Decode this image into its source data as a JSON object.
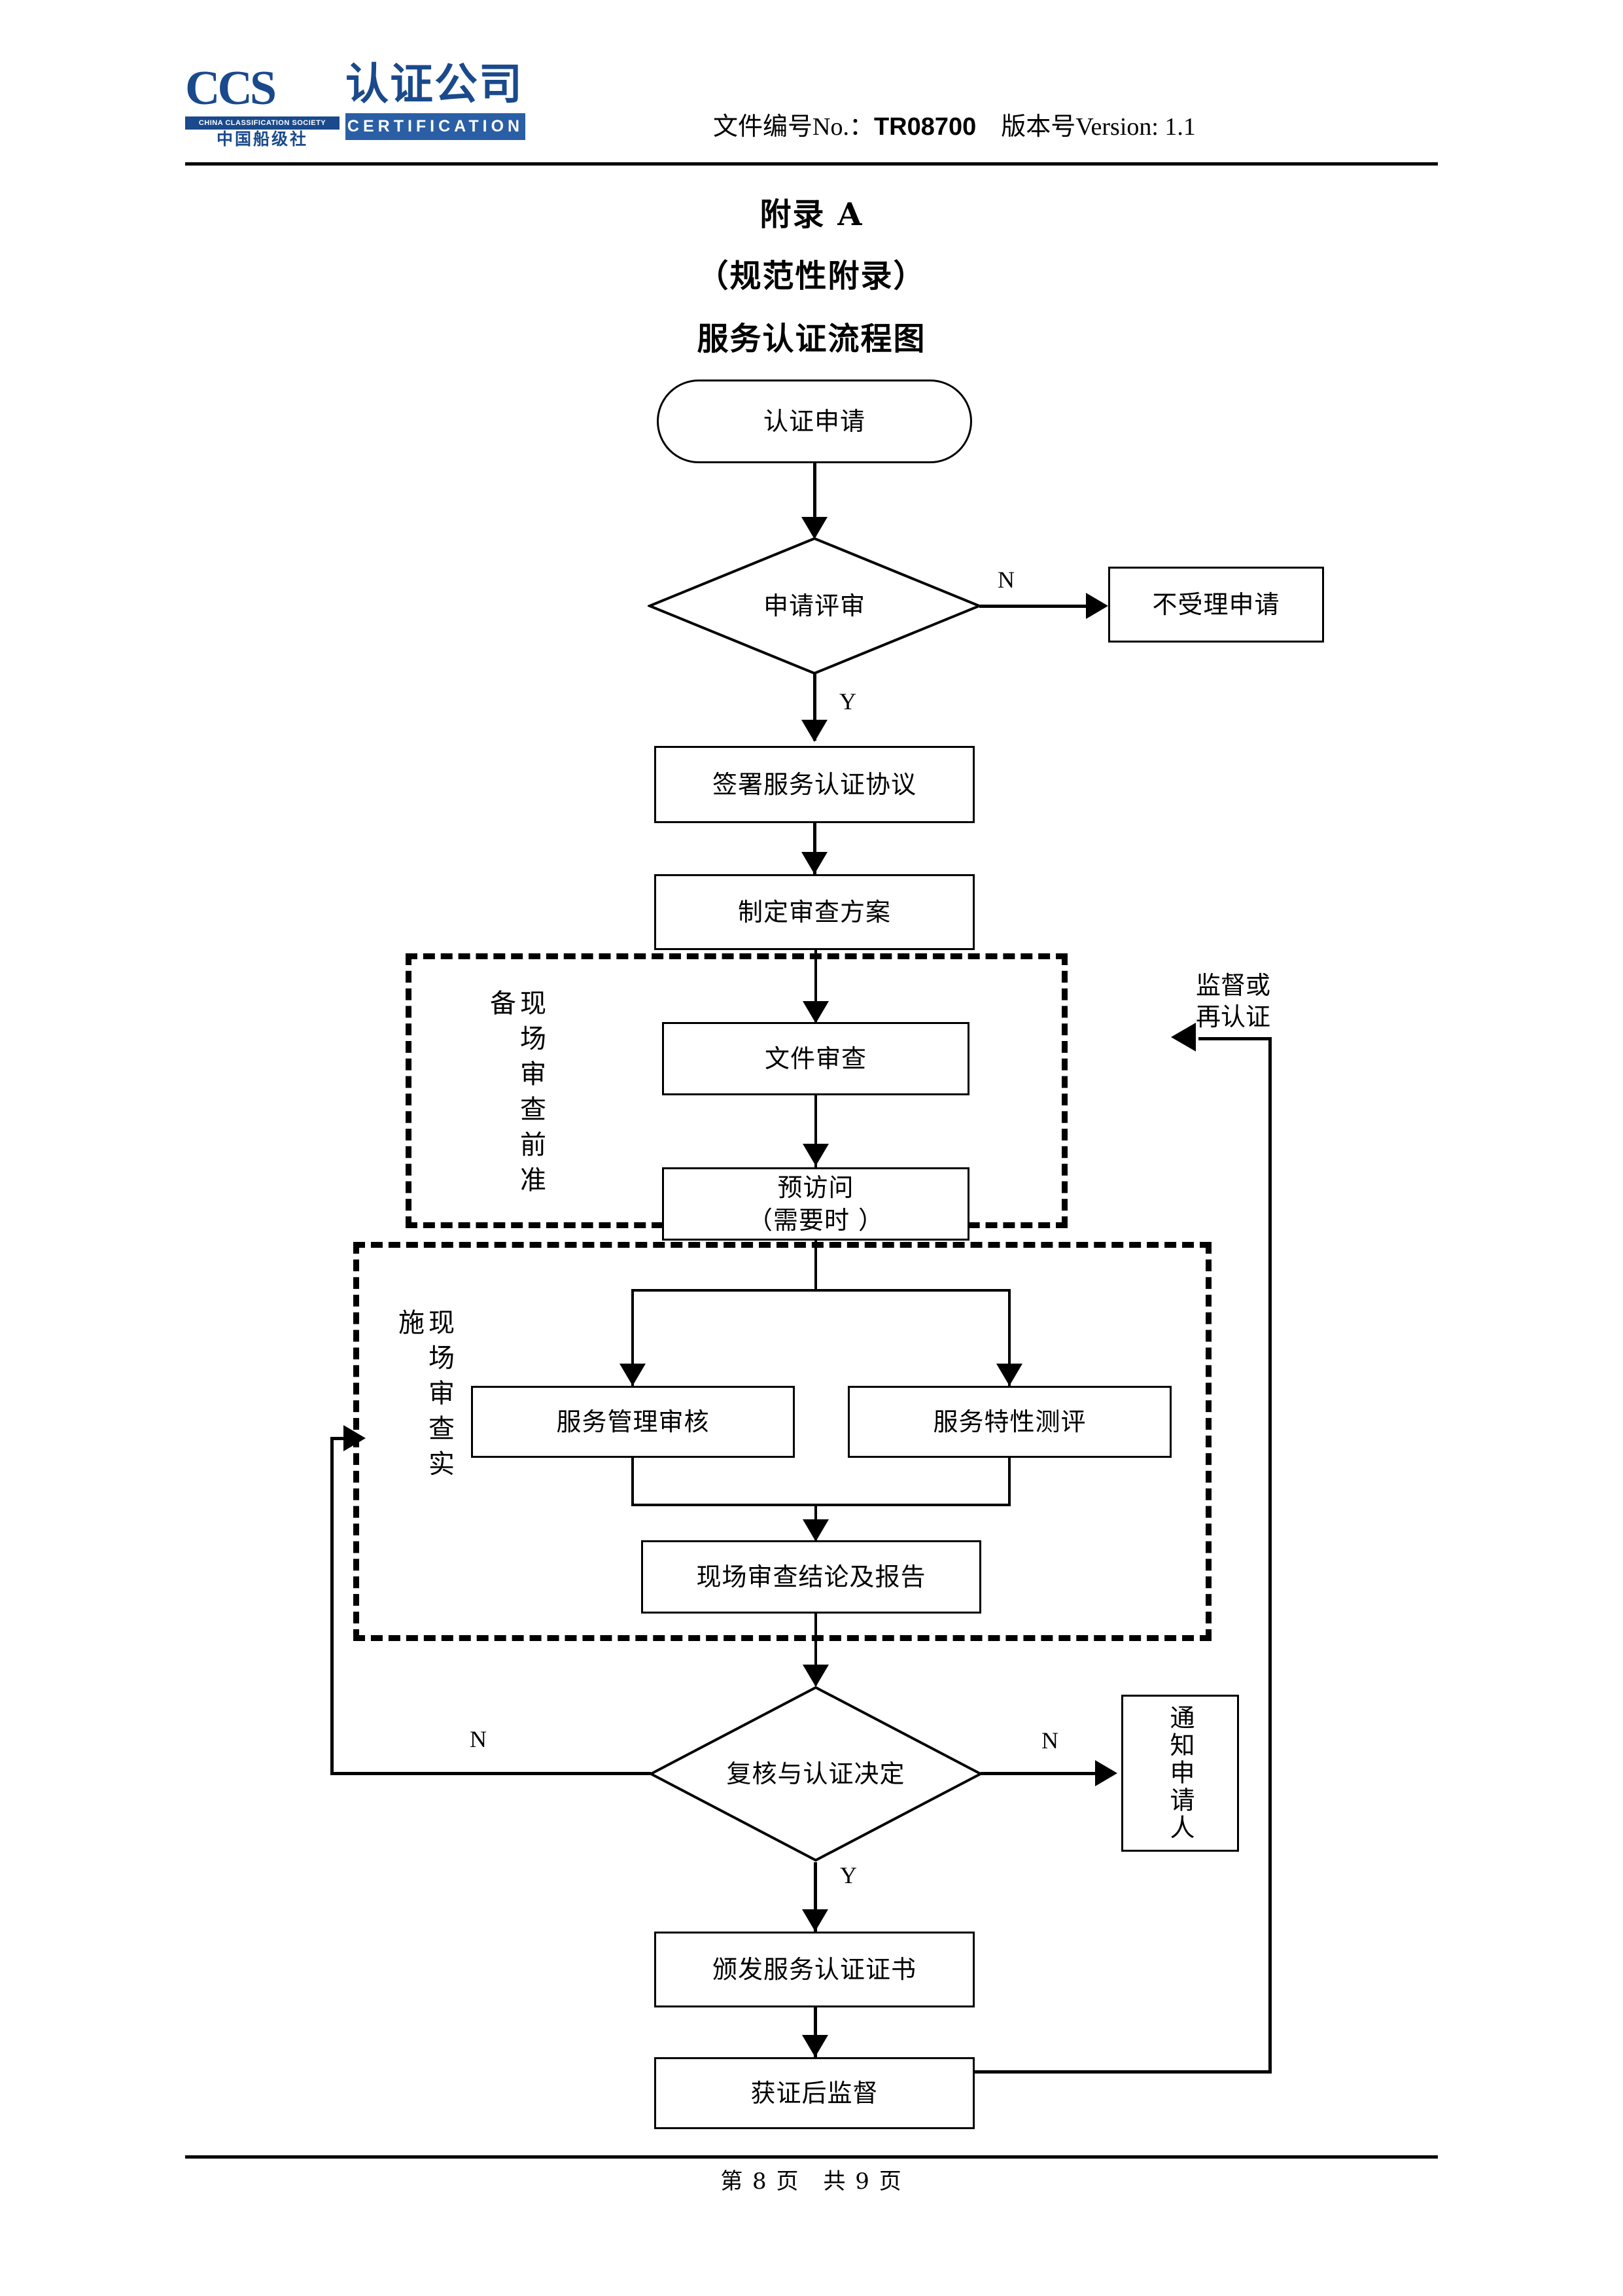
{
  "header": {
    "logo": {
      "mark_c1": "C",
      "mark_c2": "C",
      "mark_s": "S",
      "mark_hanzi": "认证公司",
      "sub_en": "CHINA CLASSIFICATION SOCIETY",
      "sub_cn": "中国船级社",
      "cert_band": "CERTIFICATION",
      "brand_color": "#1a4a8c",
      "accent_color": "#cc2222"
    },
    "doc_label": "文件编号No.：",
    "doc_number": "TR08700",
    "version_label": "　版本号Version: 1.1"
  },
  "titles": {
    "appendix": "附录 A",
    "normative": "（规范性附录）",
    "chart_title": "服务认证流程图"
  },
  "chart_data": {
    "type": "diagram",
    "title": "服务认证流程图",
    "nodes": [
      {
        "id": "n1",
        "shape": "terminator",
        "label": "认证申请"
      },
      {
        "id": "n2",
        "shape": "decision",
        "label": "申请评审"
      },
      {
        "id": "n3",
        "shape": "process",
        "label": "不受理申请"
      },
      {
        "id": "n4",
        "shape": "process",
        "label": "签署服务认证协议"
      },
      {
        "id": "n5",
        "shape": "process",
        "label": "制定审查方案"
      },
      {
        "id": "n6",
        "shape": "process",
        "label": "文件审查"
      },
      {
        "id": "n7",
        "shape": "process",
        "label": "预访问\n（需要时 ）"
      },
      {
        "id": "n8",
        "shape": "process",
        "label": "服务管理审核"
      },
      {
        "id": "n9",
        "shape": "process",
        "label": "服务特性测评"
      },
      {
        "id": "n10",
        "shape": "process",
        "label": "现场审查结论及报告"
      },
      {
        "id": "n11",
        "shape": "decision",
        "label": "复核与认证决定"
      },
      {
        "id": "n12",
        "shape": "process",
        "label": "通知申请人"
      },
      {
        "id": "n13",
        "shape": "process",
        "label": "颁发服务认证证书"
      },
      {
        "id": "n14",
        "shape": "process",
        "label": "获证后监督"
      }
    ],
    "groups": [
      {
        "id": "g1",
        "label": "现场审查前准备",
        "members": [
          "n6",
          "n7"
        ]
      },
      {
        "id": "g2",
        "label": "现场审查实施",
        "members": [
          "n8",
          "n9",
          "n10"
        ]
      }
    ],
    "edges": [
      {
        "from": "n1",
        "to": "n2",
        "label": ""
      },
      {
        "from": "n2",
        "to": "n3",
        "label": "N"
      },
      {
        "from": "n2",
        "to": "n4",
        "label": "Y"
      },
      {
        "from": "n4",
        "to": "n5",
        "label": ""
      },
      {
        "from": "n5",
        "to": "n6",
        "label": ""
      },
      {
        "from": "n6",
        "to": "n7",
        "label": ""
      },
      {
        "from": "n7",
        "to": "n8",
        "label": ""
      },
      {
        "from": "n7",
        "to": "n9",
        "label": ""
      },
      {
        "from": "n8",
        "to": "n10",
        "label": ""
      },
      {
        "from": "n9",
        "to": "n10",
        "label": ""
      },
      {
        "from": "n10",
        "to": "n11",
        "label": ""
      },
      {
        "from": "n11",
        "to": "n12",
        "label": "N"
      },
      {
        "from": "n11",
        "to": "g2",
        "label": "N"
      },
      {
        "from": "n11",
        "to": "n13",
        "label": "Y"
      },
      {
        "from": "n13",
        "to": "n14",
        "label": ""
      },
      {
        "from": "n14",
        "to": "g1",
        "label": "监督或再认证"
      }
    ]
  },
  "nodes": {
    "apply": "认证申请",
    "review": "申请评审",
    "reject": "不受理申请",
    "sign": "签署服务认证协议",
    "plan": "制定审查方案",
    "docreview": "文件审查",
    "previsit_l1": "预访问",
    "previsit_l2": "（需要时 ）",
    "mgmt_audit": "服务管理审核",
    "feature_eval": "服务特性测评",
    "onsite_report": "现场审查结论及报告",
    "decision": "复核与认证决定",
    "notify": "通知申请人",
    "issue_cert": "颁发服务认证证书",
    "post_supervise": "获证后监督"
  },
  "groups": {
    "prep": "现场审查前准备",
    "exec": "现场审查实施"
  },
  "labels": {
    "n_reject": "N",
    "y_sign": "Y",
    "n_left_loop": "N",
    "n_notify": "N",
    "y_cert": "Y",
    "resurvey_l1": "监督或",
    "resurvey_l2": "再认证"
  },
  "footer": {
    "page": "第 8 页　共 9 页"
  }
}
